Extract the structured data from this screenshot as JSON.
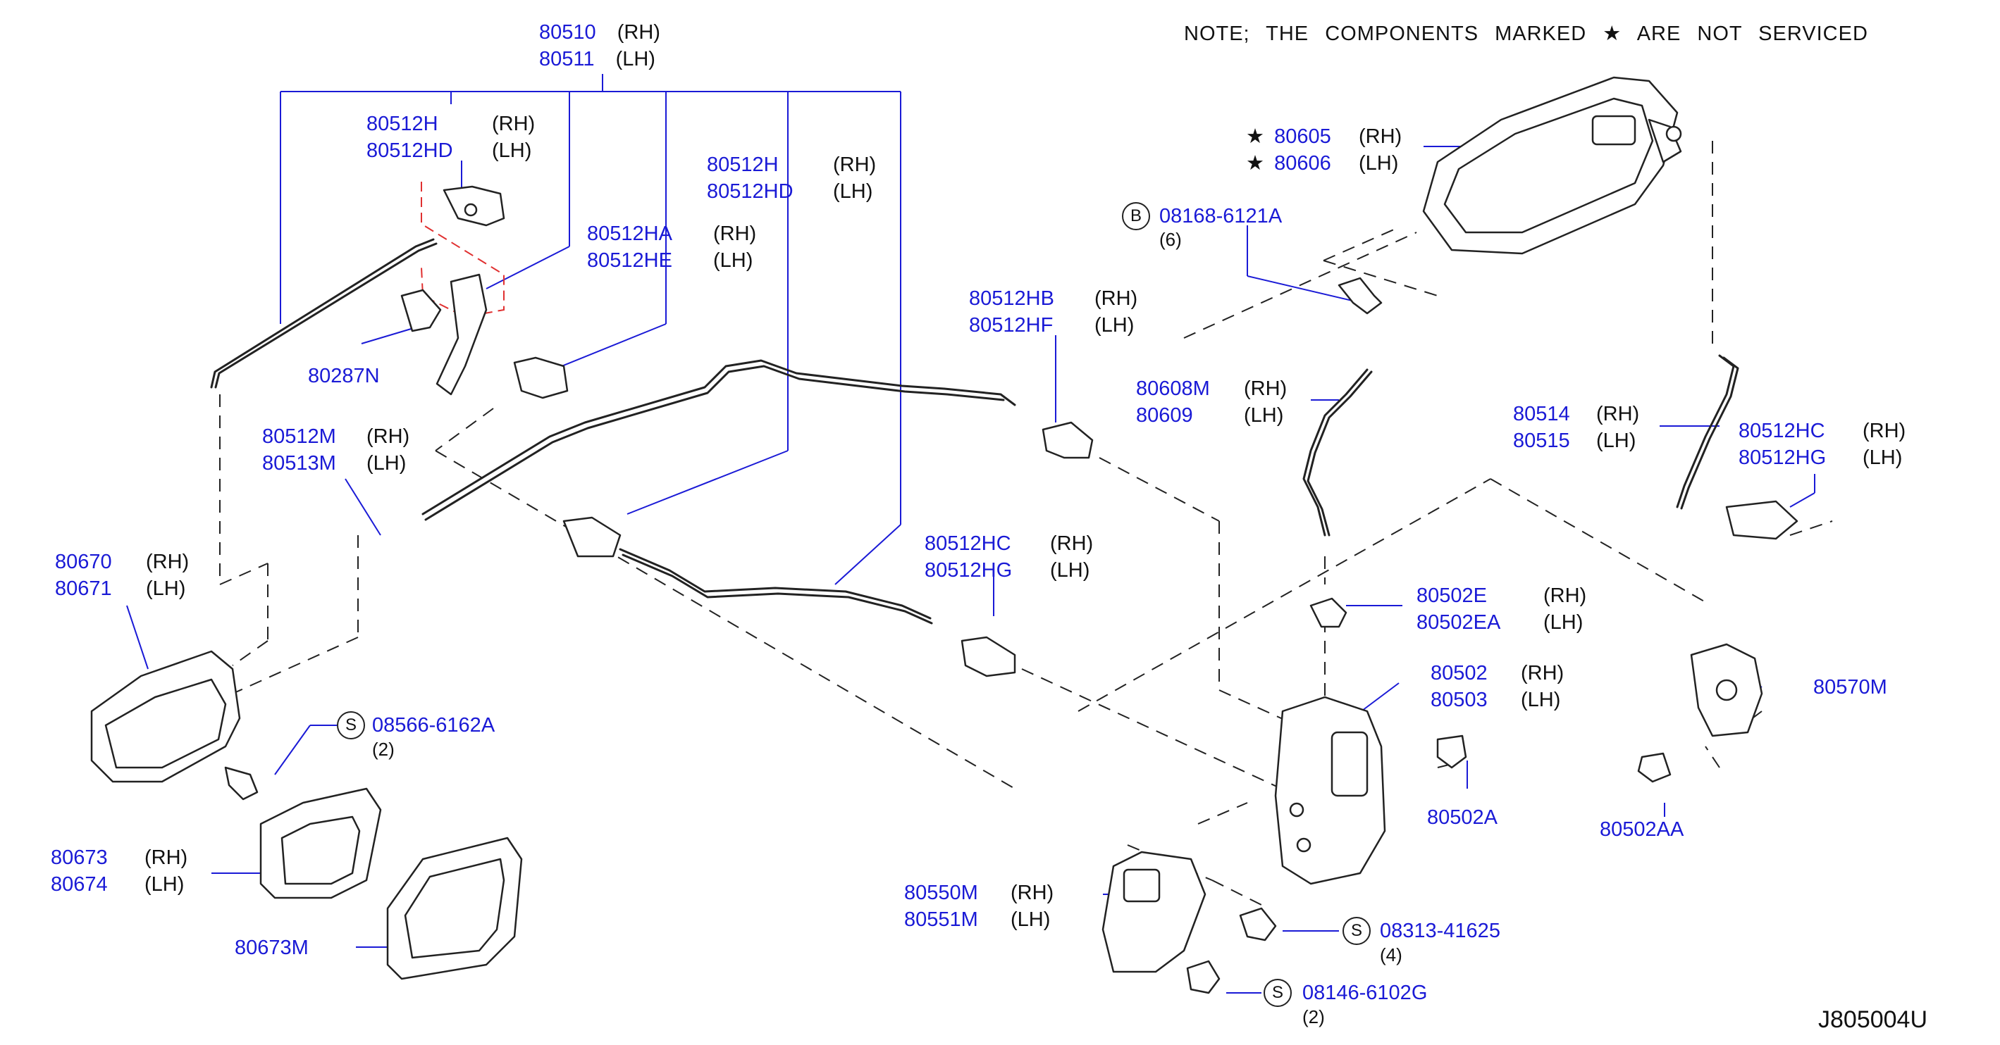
{
  "note": {
    "prefix": "NOTE;  THE  COMPONENTS  MARKED",
    "star": "★",
    "suffix": "ARE  NOT  SERVICED"
  },
  "diagram_code": "J805004U",
  "labels": [
    {
      "id": "80510",
      "part": "80510",
      "side": "(RH)"
    },
    {
      "id": "80511",
      "part": "80511",
      "side": "(LH)"
    },
    {
      "id": "80512H_a",
      "part": "80512H",
      "side": "(RH)"
    },
    {
      "id": "80512HD_a",
      "part": "80512HD",
      "side": "(LH)"
    },
    {
      "id": "80512H_b",
      "part": "80512H",
      "side": "(RH)"
    },
    {
      "id": "80512HD_b",
      "part": "80512HD",
      "side": "(LH)"
    },
    {
      "id": "80512HA",
      "part": "80512HA",
      "side": "(RH)"
    },
    {
      "id": "80512HE",
      "part": "80512HE",
      "side": "(LH)"
    },
    {
      "id": "80287N",
      "part": "80287N",
      "side": ""
    },
    {
      "id": "80512M",
      "part": "80512M",
      "side": "(RH)"
    },
    {
      "id": "80513M",
      "part": "80513M",
      "side": "(LH)"
    },
    {
      "id": "80670",
      "part": "80670",
      "side": "(RH)"
    },
    {
      "id": "80671",
      "part": "80671",
      "side": "(LH)"
    },
    {
      "id": "08566",
      "part": "08566-6162A",
      "side": "",
      "circle": "S",
      "qty": "(2)"
    },
    {
      "id": "80673",
      "part": "80673",
      "side": "(RH)"
    },
    {
      "id": "80674",
      "part": "80674",
      "side": "(LH)"
    },
    {
      "id": "80673M",
      "part": "80673M",
      "side": ""
    },
    {
      "id": "80512HB",
      "part": "80512HB",
      "side": "(RH)"
    },
    {
      "id": "80512HF",
      "part": "80512HF",
      "side": "(LH)"
    },
    {
      "id": "80512HC_a",
      "part": "80512HC",
      "side": "(RH)"
    },
    {
      "id": "80512HG_a",
      "part": "80512HG",
      "side": "(LH)"
    },
    {
      "id": "80605",
      "part": "80605",
      "side": "(RH)",
      "star": "★"
    },
    {
      "id": "80606",
      "part": "80606",
      "side": "(LH)",
      "star": "★"
    },
    {
      "id": "08168",
      "part": "08168-6121A",
      "side": "",
      "circle": "B",
      "qty": "(6)"
    },
    {
      "id": "80608M",
      "part": "80608M",
      "side": "(RH)"
    },
    {
      "id": "80609",
      "part": "80609",
      "side": "(LH)"
    },
    {
      "id": "80514",
      "part": "80514",
      "side": "(RH)"
    },
    {
      "id": "80515",
      "part": "80515",
      "side": "(LH)"
    },
    {
      "id": "80512HC_b",
      "part": "80512HC",
      "side": "(RH)"
    },
    {
      "id": "80512HG_b",
      "part": "80512HG",
      "side": "(LH)"
    },
    {
      "id": "80502E",
      "part": "80502E",
      "side": "(RH)"
    },
    {
      "id": "80502EA",
      "part": "80502EA",
      "side": "(LH)"
    },
    {
      "id": "80502",
      "part": "80502",
      "side": "(RH)"
    },
    {
      "id": "80503",
      "part": "80503",
      "side": "(LH)"
    },
    {
      "id": "80502A",
      "part": "80502A",
      "side": ""
    },
    {
      "id": "80570M",
      "part": "80570M",
      "side": ""
    },
    {
      "id": "80502AA",
      "part": "80502AA",
      "side": ""
    },
    {
      "id": "80550M",
      "part": "80550M",
      "side": "(RH)"
    },
    {
      "id": "80551M",
      "part": "80551M",
      "side": "(LH)"
    },
    {
      "id": "08313",
      "part": "08313-41625",
      "side": "",
      "circle": "S",
      "qty": "(4)"
    },
    {
      "id": "08146",
      "part": "08146-6102G",
      "side": "",
      "circle": "S",
      "qty": "(2)"
    }
  ]
}
